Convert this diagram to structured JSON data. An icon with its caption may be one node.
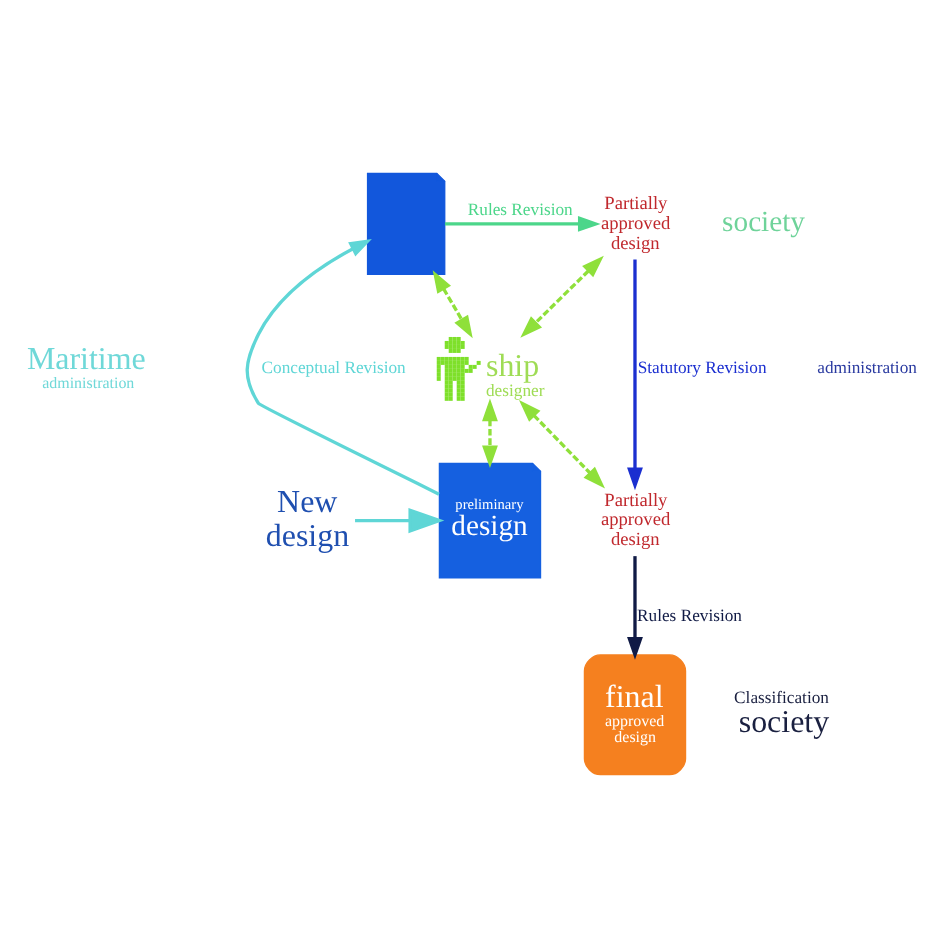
{
  "diagram": {
    "nodes": [
      {
        "text": [],
        "shape": "document"
      },
      {
        "text": [
          "Partially approved design"
        ]
      },
      {
        "text": [],
        "shape": "person",
        "beside": [
          "ship designer"
        ]
      },
      {
        "text": [
          "New design"
        ]
      },
      {
        "text": [
          "preliminary design"
        ]
      },
      {
        "text": [
          "Partially approved design"
        ]
      },
      {
        "text": [
          "final approved design"
        ]
      }
    ],
    "edges": [
      {
        "from": 3,
        "to": 4,
        "arrow": "to",
        "color": "#5fd6d6"
      },
      {
        "from": 4,
        "to": 0,
        "arrow": "to",
        "label": "Conceptual Revision",
        "color": "#5fd6d6"
      },
      {
        "from": 0,
        "to": 1,
        "arrow": "to",
        "label": "Rules Revision",
        "color": "#4cd68a"
      },
      {
        "from": 1,
        "to": 5,
        "arrow": "to",
        "label": "Statutory Revision",
        "color": "#1b2fd0"
      },
      {
        "from": 5,
        "to": 6,
        "arrow": "to",
        "label": "Rules Revision",
        "color": "#101a45"
      },
      {
        "from": 0,
        "to": 2,
        "arrow": "both",
        "style": "dashed",
        "color": "#8fe03a"
      },
      {
        "from": 1,
        "to": 2,
        "arrow": "both",
        "style": "dashed",
        "color": "#8fe03a"
      },
      {
        "from": 2,
        "to": 4,
        "arrow": "both",
        "style": "dashed",
        "color": "#8fe03a"
      },
      {
        "from": 2,
        "to": 5,
        "arrow": "both",
        "style": "dashed",
        "color": "#8fe03a"
      }
    ],
    "labels": [
      "society",
      "Maritime administration",
      "administration",
      "Classification society"
    ]
  }
}
